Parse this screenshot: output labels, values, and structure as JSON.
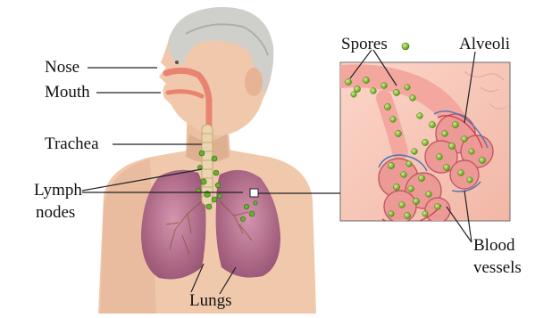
{
  "labels": {
    "nose": "Nose",
    "mouth": "Mouth",
    "trachea": "Trachea",
    "lymph_nodes_line1": "Lymph",
    "lymph_nodes_line2": "nodes",
    "lungs": "Lungs",
    "spores": "Spores",
    "alveoli": "Alveoli",
    "blood_vessels_line1": "Blood",
    "blood_vessels_line2": "vessels"
  },
  "colors": {
    "skin": "#f0c9ad",
    "skin_shadow": "#d9a98b",
    "hair": "#c9c9c6",
    "lung": "#b56e8c",
    "airway": "#e88470",
    "spore": "#8cc63f",
    "inset_bg": "#f6c6b8",
    "alveoli": "#e98f8a",
    "vessel_blue": "#4e74b8",
    "vessel_red": "#d2414b"
  }
}
